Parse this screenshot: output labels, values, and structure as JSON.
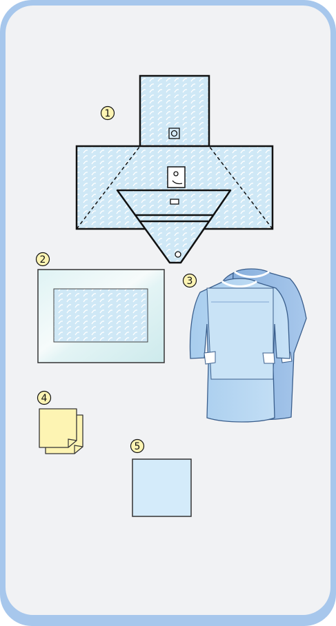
{
  "colors": {
    "frame": "#a7c7ec",
    "panel": "#f1f2f4",
    "drape_fill": "#cfe8f6",
    "drape_pattern": "#ffffff",
    "outline": "#111111",
    "gown_front": "#b8d7f2",
    "gown_back": "#95b8e2",
    "gown_cuff": "#ffffff",
    "note_pad": "#fdf4b3",
    "towel": "#d4ebfa"
  },
  "items": [
    {
      "number": "1",
      "icon": "surgical-drape-icon"
    },
    {
      "number": "2",
      "icon": "incise-drape-icon"
    },
    {
      "number": "3",
      "icon": "surgical-gowns-icon"
    },
    {
      "number": "4",
      "icon": "note-pads-icon"
    },
    {
      "number": "5",
      "icon": "towel-icon"
    }
  ]
}
